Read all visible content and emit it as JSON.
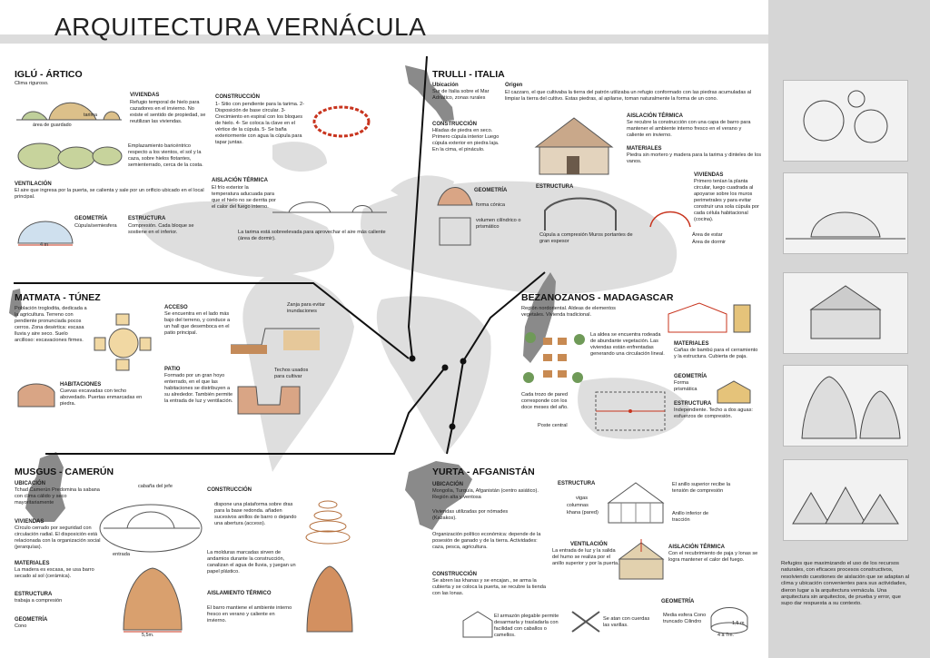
{
  "title": "ARQUITECTURA VERNÁCULA",
  "iglu": {
    "heading": "IGLÚ - ÁRTICO",
    "subtitle": "Clima riguroso.",
    "lbl_tarima": "tarima",
    "lbl_guardado": "área de guardado",
    "viviendas_title": "VIVIENDAS",
    "viviendas_text": "Refugio temporal de hielo para cazadores en el invierno. No existe el sentido de propiedad, se reutilizan las viviendas.",
    "emplazamiento": "Emplazamiento baricéntrico respecto a los vientos, el sol y la caza, sobre hielos flotantes, semienterrado, cerca de la costa.",
    "construccion_title": "CONSTRUCCIÓN",
    "construccion_text": "1- Sitio con pendiente para la tarima. 2- Disposición de base circular. 3- Crecimiento en espiral con los bloques de hielo. 4- Se coloca la clave en el vértice de la cúpula. 5- Se baña exteriormente con agua la cúpula para tapar juntas.",
    "ventilacion_title": "VENTILACIÓN",
    "ventilacion_text": "El aire que ingresa por la puerta, se calienta y sale por un orificio ubicado en el local principal.",
    "aislacion_title": "AISLACIÓN TÉRMICA",
    "aislacion_text": "El frío exterior la temperatura aducuada para que el hielo no se derrita por el calor del fuego interno.",
    "tarima_text": "La tarima está sobreelevada para aprovechar el aire más caliente (área de dormir).",
    "geometria_title": "GEOMETRÍA",
    "geometria_text": "Cúpula/semiesfera",
    "estructura_title": "ESTRUCTURA",
    "estructura_text": "Compresión. Cada bloque se sostiene en el inferior.",
    "dim": "4 m"
  },
  "trulli": {
    "heading": "TRULLI - ITALIA",
    "ubicacion_title": "Ubicación",
    "ubicacion_text": "Sur de Italia sobre el Mar Adriático, zonas rurales",
    "origen_title": "Origen",
    "origen_text": "El cazzaro, el que cultivaba la tierra del patrón utilizaba un refugio conformado con las piedras acumuladas al limpiar la tierra del cultivo. Estas piedras, al apilarse, toman naturalmente la forma de un cono.",
    "construccion_title": "CONSTRUCCIÓN",
    "construccion_text": "Hiladas de piedra en seco. Primero cúpula interior Luego cúpula exterior en piedra laja. En la cima, el pináculo.",
    "aislacion_title": "AISLACIÓN TÉRMICA",
    "aislacion_text": "Se recubre la construcción con una capa de barro para mantener el ambiente interno fresco en el verano y caliente en invierno.",
    "materiales_title": "MATERIALES",
    "materiales_text": "Piedra sin mortero y madera para la tarima y dinteles de los vanos.",
    "geometria_title": "GEOMETRÍA",
    "forma_conica": "forma cónica",
    "volumen": "volumen cilíndrico o prismático",
    "estructura_title": "ESTRUCTURA",
    "estructura_text": "Cúpula a compresión Muros portantes de gran espesor",
    "viviendas_title": "VIVIENDAS",
    "viviendas_text": "Primero tenían la planta circular, luego cuadrada al apoyarse sobre los muros perimetrales y para evitar construir una sola cúpula por cada célula habitacional (cocina).",
    "area_estar": "Área de estar",
    "area_dormir": "Área de dormir"
  },
  "matmata": {
    "heading": "MATMATA - TÚNEZ",
    "intro": "Población troglodita, dedicada a la agricultura. Terreno con pendiente pronunciada pocos cerros. Zona desértica: escasa lluvia y aire seco. Suelo arcilloso: excavaciones firmes.",
    "acceso_title": "ACCESO",
    "acceso_text": "Se encuentra en el lado más bajo del terreno, y conduce a un hall que desemboca en el patio principal.",
    "zanja": "Zanja para evitar inundaciones",
    "patio_title": "PATIO",
    "patio_text": "Formado por un gran hoyo enterrado, en el que las habitaciones se distribuyen a su alrededor. También permite la entrada de luz y ventilación.",
    "techos": "Techos usados para cultivar",
    "habitaciones_title": "HABITACIONES",
    "habitaciones_text": "Cuevas excavadas con techo abovedado. Puertas enmarcadas en piedra."
  },
  "bezanozanos": {
    "heading": "BEZANOZANOS - MADAGASCAR",
    "intro": "Región nordoriental. Aldeas de elementos vegetales. Vivienda tradicional.",
    "aldea": "La aldea se encuentra rodeada de abundante vegetación. Las viviendas están enfrentadas generando una circulación lineal.",
    "materiales_title": "MATERIALES",
    "materiales_text": "Cañas de bambú para el cerramiento y la estructura. Cubierta de paja.",
    "geometria_title": "GEOMETRÍA",
    "geometria_text": "Forma prismática",
    "estructura_title": "ESTRUCTURA",
    "estructura_text": "Independiente. Techo a dos aguas: esfuerzos de compresión.",
    "pared": "Cada trozo de pared corresponde con los doce meses del año.",
    "poste": "Poste central"
  },
  "musgus": {
    "heading": "MUSGUS - CAMERÚN",
    "ubicacion_title": "UBICACIÓN",
    "ubicacion_text": "Tchad Camerún Predomina la sabana con clima cálido y seco mayoritariamente",
    "cabana": "cabaña del jefe",
    "viviendas_title": "VIVIENDAS",
    "viviendas_text": "Círculo cerrado por seguridad con circulación radial. El disposición está relacionada con la organización social (jerarquías).",
    "entrada": "entrada",
    "materiales_title": "MATERIALES",
    "materiales_text": "La madera es escasa, se usa barro secado al sol (cerámica).",
    "estructura_title": "ESTRUCTURA",
    "estructura_text": "trabaja a compresión",
    "geometria_title": "GEOMETRÍA",
    "geometria_text": "Cono",
    "construccion_title": "CONSTRUCCIÓN",
    "construccion_text": "dispone una plataforma sobre dras para la base redonda. añaden sucesivos anillos de barro o dejando una abertura (acceso).",
    "molduras": "La molduras marcadas sirven de andamios durante la construcción, canalizan el agua de lluvia, y juegan un papel plástico.",
    "aislamiento_title": "AISLAMIENTO TÉRMICO",
    "aislamiento_text": "El barro mantiene el ambiente interno fresco en verano y caliente en invierno.",
    "dim": "5,5m."
  },
  "yurta": {
    "heading": "YURTA - AFGANISTÁN",
    "ubicacion_title": "UBICACIÓN",
    "ubicacion_text": "Mongolia, Turquía, Afganistán (centro asiático). Región alta y ventosa",
    "viviendas": "Viviendas utilizadas por nómades (Kazakos).",
    "organizacion": "Organización político económica: depende de la posesión de ganado y de la tierra. Actividades: caza, pesca, agricultura.",
    "construccion_title": "CONSTRUCCIÓN",
    "construccion_text": "Se abren las khanas y se encajan., se arma la cubierta y se coloca la puerta, se recubre la tienda con las lonas.",
    "armazon": "El armazón plegable permite desarmarla y trasladarla con facilidad con caballos o camellos.",
    "cuerdas": "Se atan con cuerdas las varillas.",
    "estructura_title": "ESTRUCTURA",
    "vigas": "vigas",
    "columnas": "columnas",
    "khana": "khana (pared)",
    "anillo_sup": "El anillo superior recibe la tensión de compresión",
    "anillo_inf": "Anillo inferior de tracción",
    "ventilacion_title": "VENTILACIÓN",
    "ventilacion_text": "La entrada de luz y la salida del humo se realiza por el anillo superior y por la puerta.",
    "aislacion_title": "AISLACIÓN TÉRMICA",
    "aislacion_text": "Con el recubrimiento de paja y lonas se logra mantener el calor del fuego.",
    "geometria_title": "GEOMETRÍA",
    "geometria_text": "Media esfera Cono truncado Cilindro",
    "dim1": "1,5 m",
    "dim2": "4 a 7m."
  },
  "sidebar_text": "Refugios que maximizando el uso de los recursos naturales, con eficaces procesos constructivos, resolviendo cuestiones de aislación que se adaptan al clima y ubicación convenientes para sus actividades, dieron lugar a la arquitectura vernácula. Una arquitectura sin arquitectos, de prueba y error, que supo dar respuesta a su contexto.",
  "colors": {
    "accent_red": "#c8341e",
    "map_grey": "#dedede",
    "continent": "#8a8a8a",
    "sidebar": "#d6d6d6"
  }
}
